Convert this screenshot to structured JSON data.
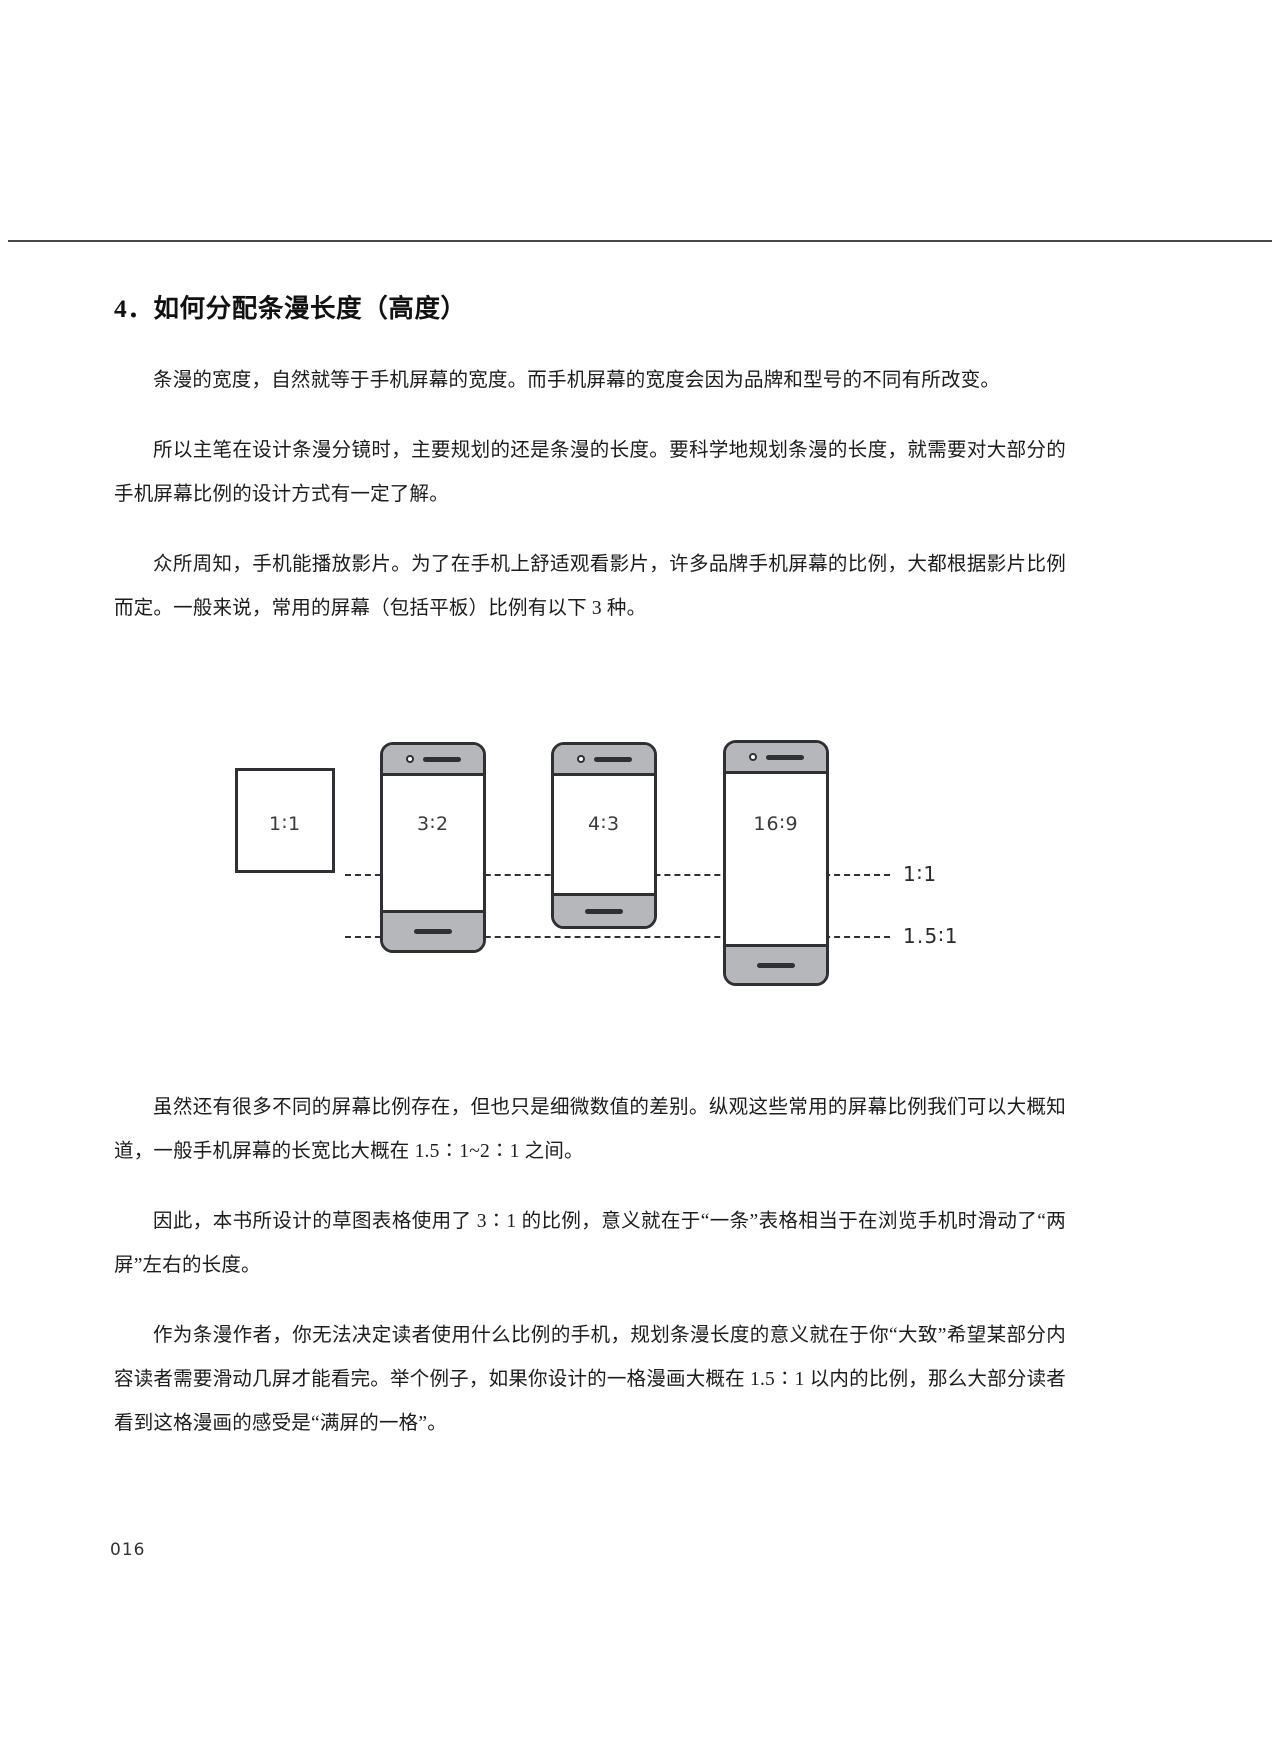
{
  "document": {
    "folio": "016",
    "section_title": "4．如何分配条漫长度（高度）"
  },
  "paragraphs_upper": [
    "条漫的宽度，自然就等于手机屏幕的宽度。而手机屏幕的宽度会因为品牌和型号的不同有所改变。",
    "所以主笔在设计条漫分镜时，主要规划的还是条漫的长度。要科学地规划条漫的长度，就需要对大部分的手机屏幕比例的设计方式有一定了解。",
    "众所周知，手机能播放影片。为了在手机上舒适观看影片，许多品牌手机屏幕的比例，大都根据影片比例而定。一般来说，常用的屏幕（包括平板）比例有以下 3 种。"
  ],
  "paragraphs_lower": [
    "虽然还有很多不同的屏幕比例存在，但也只是细微数值的差别。纵观这些常用的屏幕比例我们可以大概知道，一般手机屏幕的长宽比大概在 1.5∶1~2∶1 之间。",
    "因此，本书所设计的草图表格使用了 3∶1 的比例，意义就在于“一条”表格相当于在浏览手机时滑动了“两屏”左右的长度。",
    "作为条漫作者，你无法决定读者使用什么比例的手机，规划条漫长度的意义就在于你“大致”希望某部分内容读者需要滑动几屏才能看完。举个例子，如果你设计的一格漫画大概在 1.5∶1 以内的比例，那么大部分读者看到这格漫画的感受是“满屏的一格”。"
  ],
  "figure": {
    "caption": "",
    "shapes": [
      {
        "id": "square-1-1",
        "label": "1∶1",
        "type": "square"
      },
      {
        "id": "phone-3-2",
        "label": "3∶2",
        "type": "phone"
      },
      {
        "id": "phone-4-3",
        "label": "4∶3",
        "type": "phone"
      },
      {
        "id": "phone-16-9",
        "label": "16∶9",
        "type": "phone"
      }
    ],
    "guides": [
      {
        "id": "guide-1-1",
        "label": "1∶1"
      },
      {
        "id": "guide-1-5-1",
        "label": "1.5∶1"
      }
    ],
    "colors": {
      "outline": "#2f3034",
      "bezel_fill": "#b5b7bb",
      "screen_fill": "#ffffff"
    }
  }
}
